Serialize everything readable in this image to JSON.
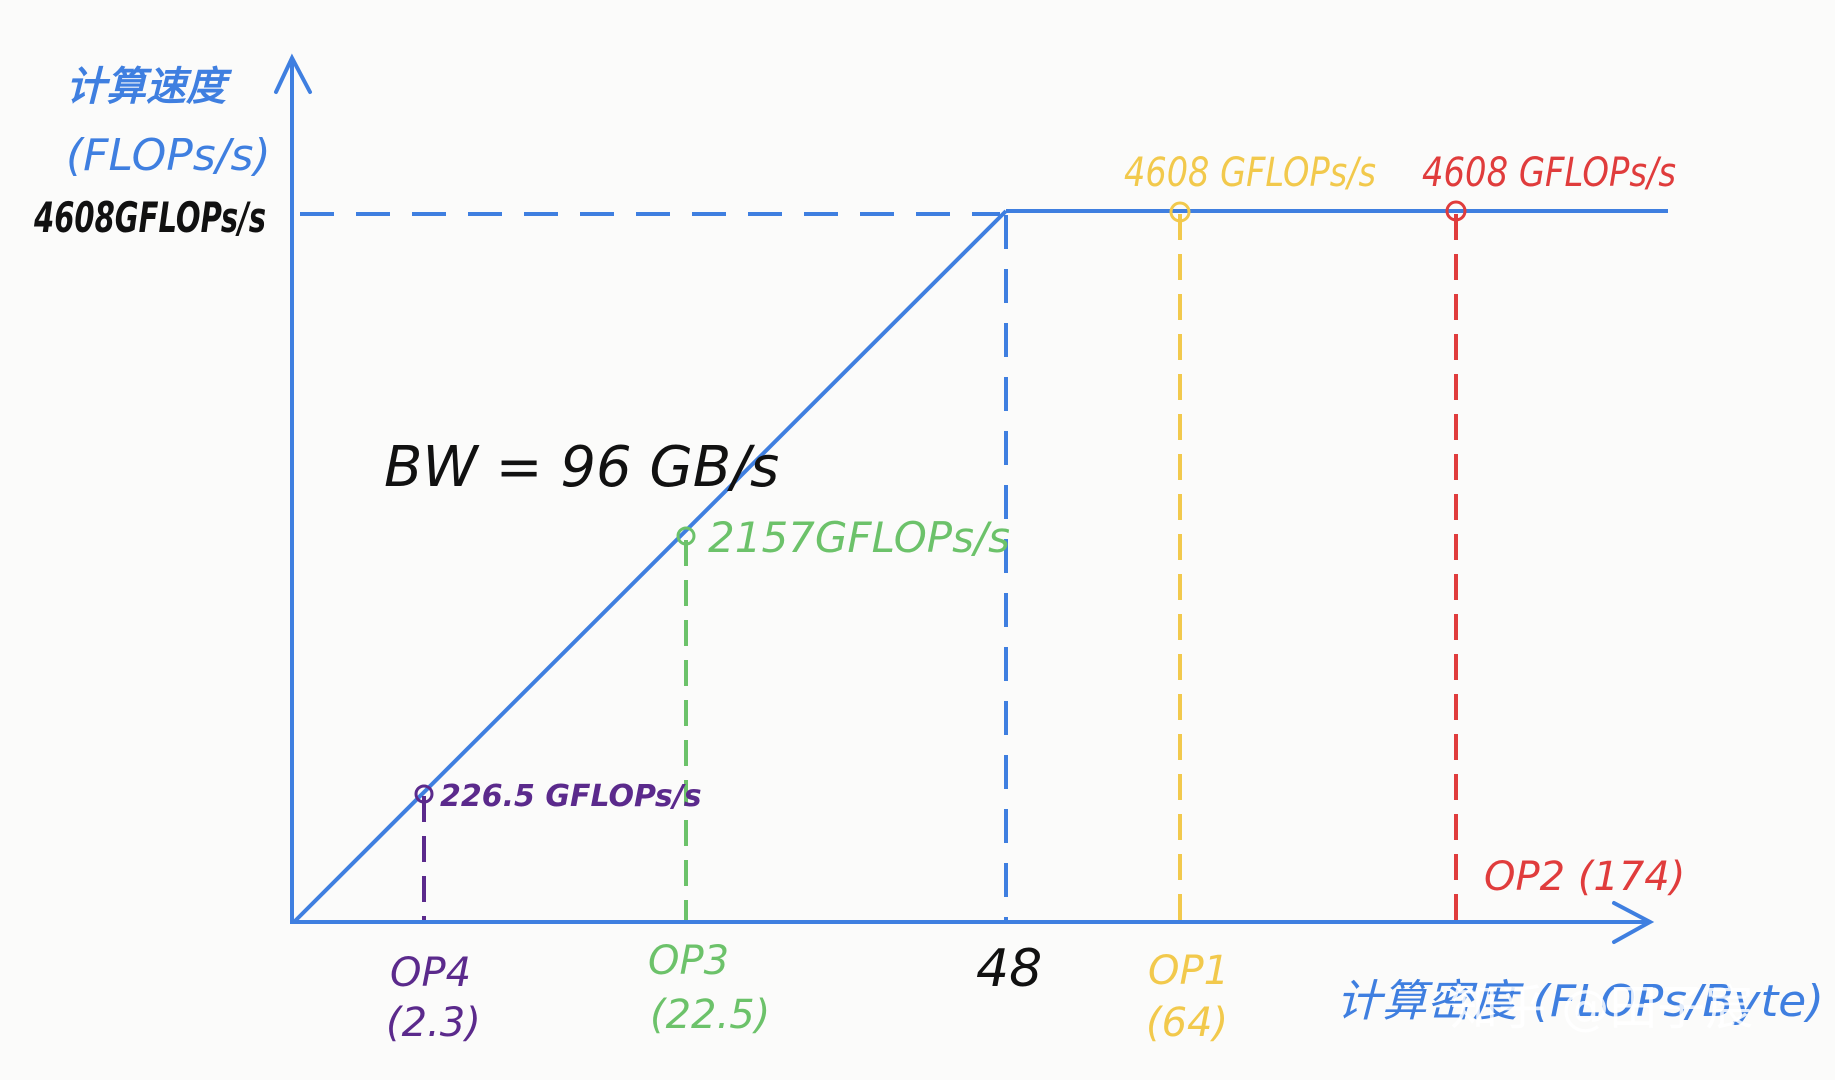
{
  "y_axis": {
    "label_line1": "计算速度",
    "label_line2": "(FLOPs/s)"
  },
  "x_axis": {
    "label": "计算密度 (FLOPs/Byte)"
  },
  "peak": {
    "label": "4608GFLOPs/s"
  },
  "ridge": {
    "label": "48"
  },
  "bandwidth": {
    "label": "BW = 96 GB/s"
  },
  "points": [
    {
      "id": "op4",
      "name": "OP4",
      "x_label": "(2.3)",
      "value_label": "226.5 GFLOPs/s",
      "color": "#5b2a8c"
    },
    {
      "id": "op3",
      "name": "OP3",
      "x_label": "(22.5)",
      "value_label": "2157GFLOPs/s",
      "color": "#6cc26a"
    },
    {
      "id": "op1",
      "name": "OP1",
      "x_label": "(64)",
      "value_label": "4608 GFLOPs/s",
      "color": "#f2c94c"
    },
    {
      "id": "op2",
      "name": "OP2 (174)",
      "x_label": "",
      "value_label": "4608 GFLOPs/s",
      "color": "#e03c3c"
    }
  ],
  "watermark": {
    "text": "知乎 @田子宸"
  },
  "colors": {
    "axis": "#3f7fe0",
    "roof": "#3f7fe0",
    "text": "#111111"
  }
}
